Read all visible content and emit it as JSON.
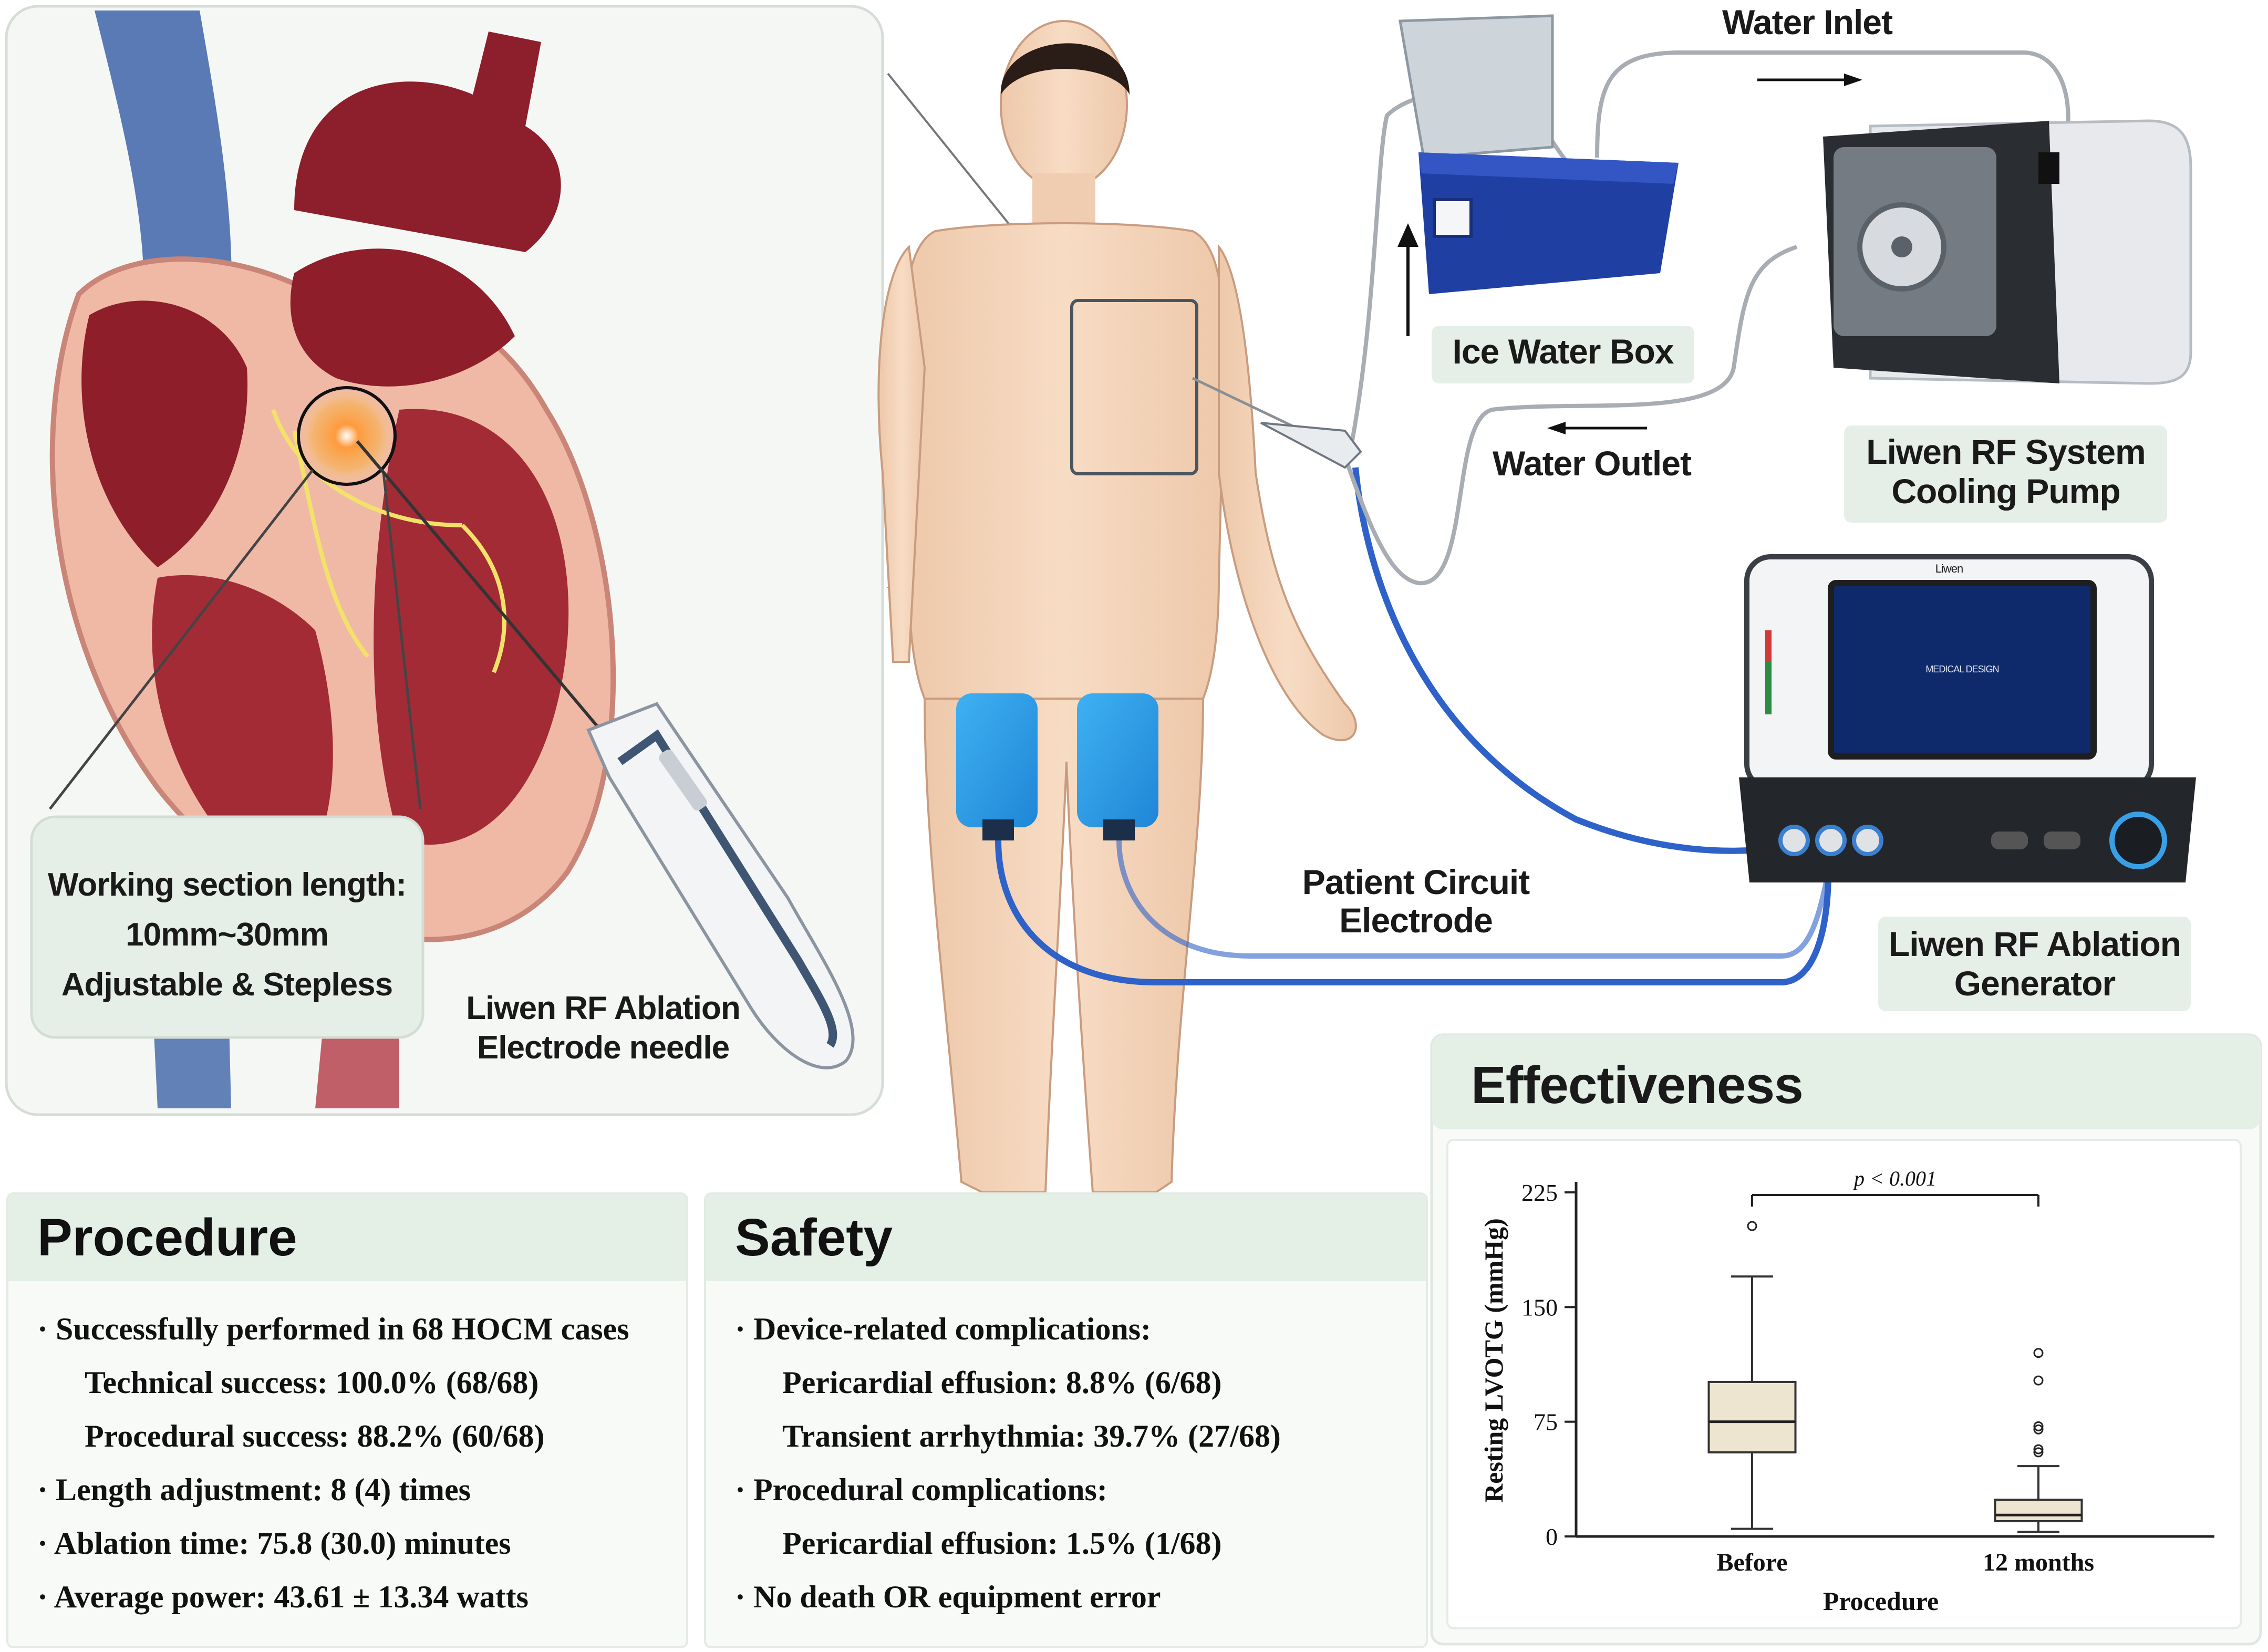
{
  "heart_panel": {
    "working_section": [
      "Working section length:",
      "10mm~30mm",
      "Adjustable & Stepless"
    ],
    "needle_label": [
      "Liwen RF Ablation",
      "Electrode needle"
    ]
  },
  "system": {
    "water_inlet": "Water Inlet",
    "water_outlet": "Water Outlet",
    "ice_box": "Ice Water Box",
    "pump": [
      "Liwen RF System",
      "Cooling Pump"
    ],
    "generator": [
      "Liwen RF Ablation",
      "Generator"
    ],
    "patient_electrode": [
      "Patient Circuit",
      "Electrode"
    ],
    "screen_brand": "Liwen",
    "screen_text": "MEDICAL DESIGN"
  },
  "procedure": {
    "title": "Procedure",
    "items": [
      {
        "text": "Successfully performed in 68 HOCM cases",
        "level": 0
      },
      {
        "text": "Technical success: 100.0% (68/68)",
        "level": 1
      },
      {
        "text": "Procedural success: 88.2% (60/68)",
        "level": 1
      },
      {
        "text": "Length adjustment: 8 (4) times",
        "level": 0
      },
      {
        "text": "Ablation time: 75.8 (30.0) minutes",
        "level": 0
      },
      {
        "text": "Average power: 43.61 ± 13.34 watts",
        "level": 0
      }
    ]
  },
  "safety": {
    "title": "Safety",
    "items": [
      {
        "text": "Device-related complications:",
        "level": 0
      },
      {
        "text": "Pericardial effusion: 8.8% (6/68)",
        "level": 1
      },
      {
        "text": "Transient arrhythmia: 39.7% (27/68)",
        "level": 1
      },
      {
        "text": "Procedural complications:",
        "level": 0
      },
      {
        "text": "Pericardial effusion: 1.5% (1/68)",
        "level": 1
      },
      {
        "text": "No death OR equipment error",
        "level": 0
      }
    ]
  },
  "effectiveness": {
    "title": "Effectiveness"
  },
  "chart_data": {
    "type": "box",
    "xlabel": "Procedure",
    "ylabel": "Resting LVOTG (mmHg)",
    "ylim": [
      0,
      225
    ],
    "yticks": [
      0,
      75,
      150,
      225
    ],
    "categories": [
      "Before",
      "12 months"
    ],
    "boxes": [
      {
        "min": 5,
        "q1": 55,
        "median": 75,
        "q3": 101,
        "max": 170,
        "outliers": [
          203
        ]
      },
      {
        "min": 3,
        "q1": 10,
        "median": 14,
        "q3": 24,
        "max": 46,
        "outliers": [
          55,
          57,
          70,
          72,
          102,
          120
        ]
      }
    ],
    "annotation": "p < 0.001",
    "box_color": "#ede5cf"
  }
}
